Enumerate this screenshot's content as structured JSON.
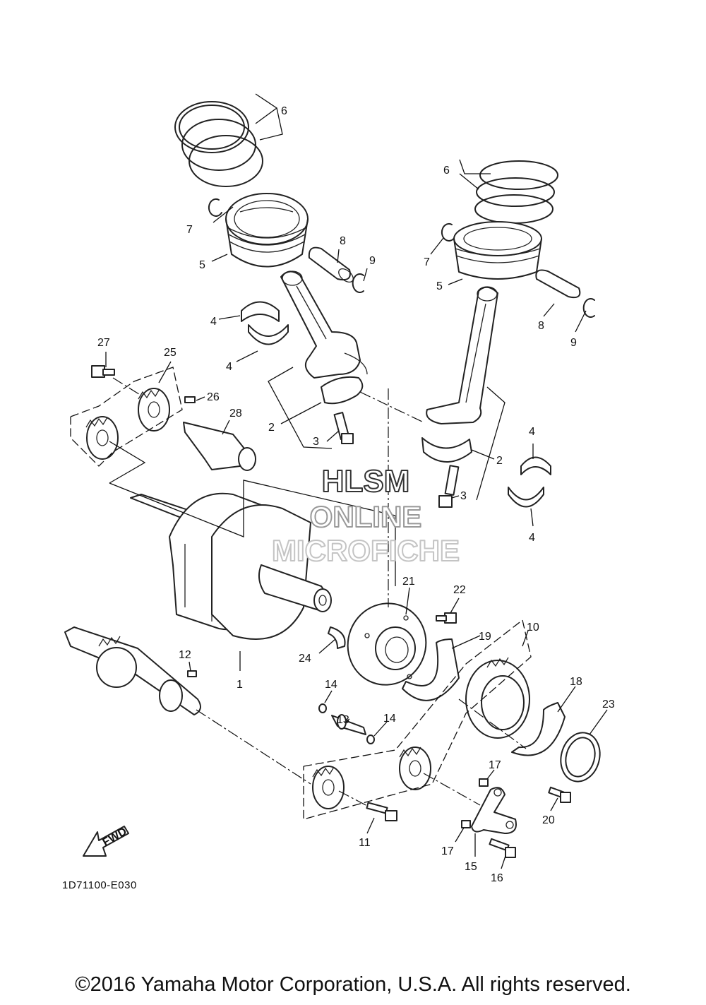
{
  "diagram_code": "1D71100-E030",
  "fwd_label": "FWD",
  "watermark": [
    "HLSM",
    "ONLINE",
    "MICROFICHE"
  ],
  "copyright": "©2016 Yamaha Motor Corporation, U.S.A. All rights reserved.",
  "callouts": {
    "c1": "1",
    "c2a": "2",
    "c2b": "2",
    "c3a": "3",
    "c3b": "3",
    "c4a": "4",
    "c4b": "4",
    "c4c": "4",
    "c4d": "4",
    "c5a": "5",
    "c5b": "5",
    "c6a": "6",
    "c6b": "6",
    "c7a": "7",
    "c7b": "7",
    "c8a": "8",
    "c8b": "8",
    "c9a": "9",
    "c9b": "9",
    "c10": "10",
    "c11": "11",
    "c12": "12",
    "c13": "13",
    "c14a": "14",
    "c14b": "14",
    "c15": "15",
    "c16": "16",
    "c17a": "17",
    "c17b": "17",
    "c18": "18",
    "c19": "19",
    "c20": "20",
    "c21": "21",
    "c22": "22",
    "c23": "23",
    "c24": "24",
    "c25": "25",
    "c26": "26",
    "c27": "27",
    "c28": "28"
  }
}
